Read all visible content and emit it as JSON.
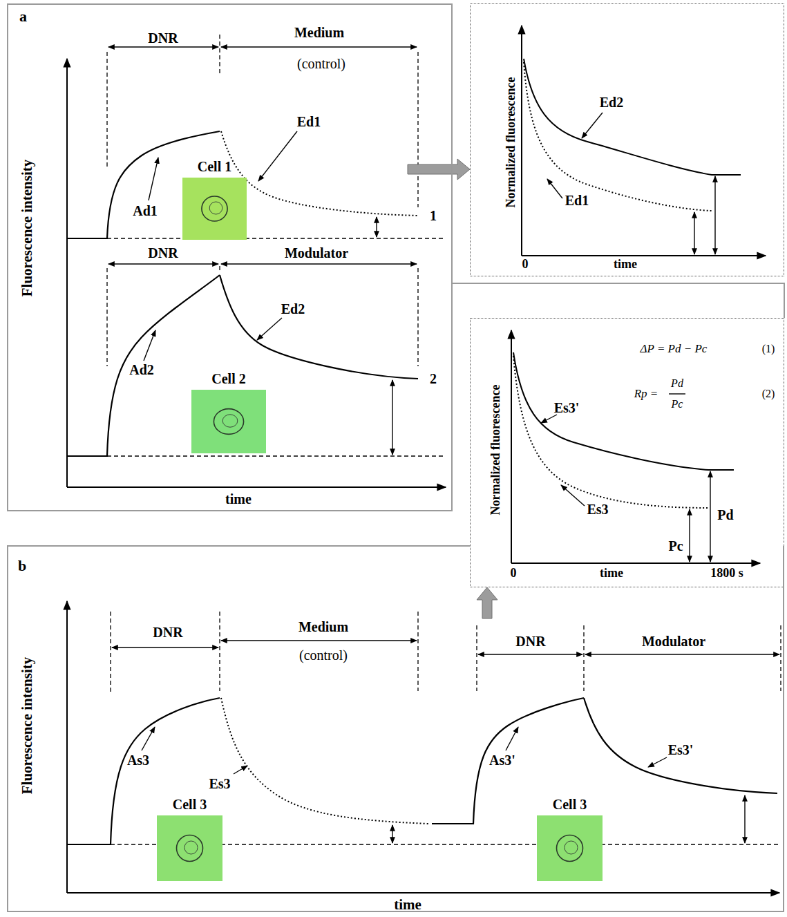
{
  "diagram": {
    "nodes": [
      {
        "text": [
          "a"
        ]
      },
      {
        "text": [
          "Cell 1"
        ],
        "in": 0
      },
      {
        "text": [
          "Cell 2"
        ],
        "in": 0
      },
      {
        "text": [
          "Normalized fluorescence"
        ]
      },
      {
        "text": [
          "Normalized fluorescence"
        ]
      },
      {
        "text": [
          "b"
        ]
      },
      {
        "text": [
          "Cell 3"
        ],
        "in": 5
      },
      {
        "text": [
          "Cell 3"
        ],
        "in": 5
      }
    ],
    "edges": [
      {
        "from": 0,
        "to": 3,
        "arrow": "to"
      },
      {
        "from": 5,
        "to": 4,
        "arrow": "to"
      }
    ],
    "labels": [
      "DNR",
      "Medium",
      "(control)",
      "Ad1",
      "Ed1",
      "1",
      "DNR",
      "Modulator",
      "Ad2",
      "Ed2",
      "2",
      "Fluorescence intensity",
      "time",
      "Ed2",
      "Ed1",
      "0",
      "time",
      "ΔP = Pd − Pc",
      "(1)",
      "Rp =",
      "Pd",
      "Pc",
      "(2)",
      "Es3'",
      "Es3",
      "Pd",
      "Pc",
      "0",
      "time",
      "1800 s",
      "DNR",
      "Medium",
      "(control)",
      "As3",
      "Es3",
      "DNR",
      "Modulator",
      "As3'",
      "Es3'",
      "Fluorescence intensity",
      "time"
    ]
  }
}
